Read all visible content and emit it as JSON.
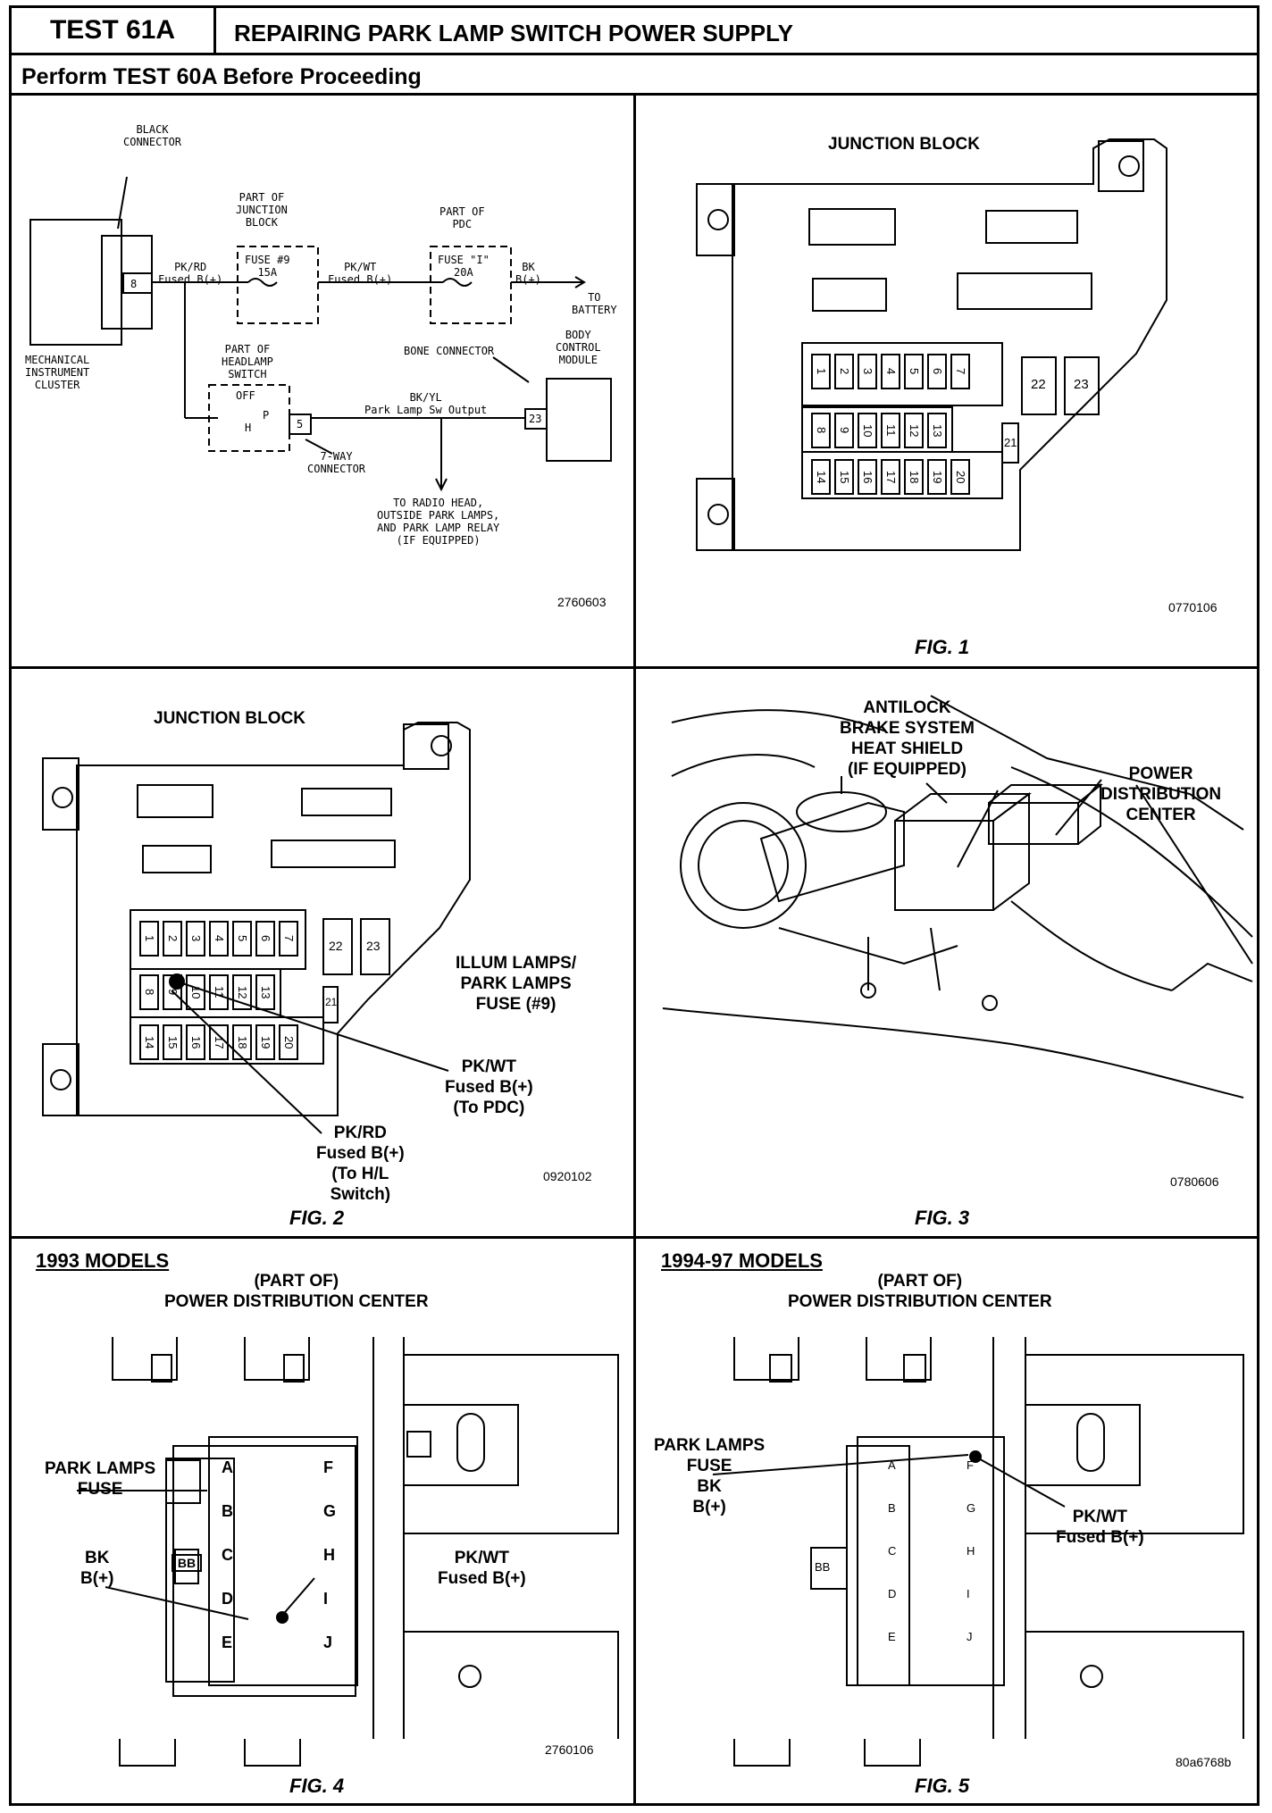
{
  "header": {
    "test_id": "TEST 61A",
    "title": "REPAIRING PARK LAMP SWITCH POWER SUPPLY",
    "subtitle": "Perform TEST 60A Before Proceeding"
  },
  "schematic": {
    "black_connector": "BLACK\nCONNECTOR",
    "part_of_junction_block": "PART OF\nJUNCTION\nBLOCK",
    "part_of_pdc": "PART OF\nPDC",
    "fuse9": "FUSE #9\n15A",
    "fuseI": "FUSE \"I\"\n20A",
    "pkrd": "PK/RD\nFused B(+)",
    "pkwt": "PK/WT\nFused B(+)",
    "bk": "BK\nB(+)",
    "to_battery": "TO\nBATTERY",
    "mic": "MECHANICAL\nINSTRUMENT\nCLUSTER",
    "pin8": "8",
    "headlamp_switch": "PART OF\nHEADLAMP\nSWITCH",
    "off": "OFF",
    "p": "P",
    "h": "H",
    "pin5": "5",
    "seven_way": "7-WAY\nCONNECTOR",
    "bone_connector": "BONE CONNECTOR",
    "bcm": "BODY\nCONTROL\nMODULE",
    "bkyl": "BK/YL\nPark Lamp Sw Output",
    "pin23": "23",
    "to_radio": "TO RADIO HEAD,\nOUTSIDE PARK LAMPS,\nAND PARK LAMP RELAY\n(IF EQUIPPED)",
    "code": "2760603"
  },
  "fig1": {
    "title": "JUNCTION BLOCK",
    "label": "FIG. 1",
    "code": "0770106",
    "fuses_row1": [
      "1",
      "2",
      "3",
      "4",
      "5",
      "6",
      "7"
    ],
    "fuses_row2": [
      "8",
      "9",
      "10",
      "11",
      "12",
      "13"
    ],
    "fuses_row3": [
      "14",
      "15",
      "16",
      "17",
      "18",
      "19",
      "20"
    ],
    "big_fuses": [
      "22",
      "23",
      "21"
    ]
  },
  "fig2": {
    "title": "JUNCTION BLOCK",
    "label": "FIG. 2",
    "code": "0920102",
    "illum": "ILLUM LAMPS/\nPARK LAMPS\nFUSE (#9)",
    "pkwt": "PK/WT\nFused B(+)\n(To PDC)",
    "pkrd": "PK/RD\nFused B(+)\n(To H/L\nSwitch)",
    "fuses_row1": [
      "1",
      "2",
      "3",
      "4",
      "5",
      "6",
      "7"
    ],
    "fuses_row2": [
      "8",
      "9",
      "10",
      "11",
      "12",
      "13"
    ],
    "fuses_row3": [
      "14",
      "15",
      "16",
      "17",
      "18",
      "19",
      "20"
    ],
    "big_fuses": [
      "22",
      "23",
      "21"
    ]
  },
  "fig3": {
    "abs": "ANTILOCK\nBRAKE SYSTEM\nHEAT SHIELD\n(IF EQUIPPED)",
    "pdc": "POWER\nDISTRIBUTION\nCENTER",
    "label": "FIG. 3",
    "code": "0780606"
  },
  "fig4": {
    "models": "1993 MODELS",
    "part_of": "(PART OF)\nPOWER DISTRIBUTION CENTER",
    "park_fuse": "PARK LAMPS\nFUSE",
    "bk": "BK\nB(+)",
    "pkwt": "PK/WT\nFused B(+)",
    "left_fuses": [
      "A",
      "B",
      "C",
      "D",
      "E"
    ],
    "right_fuses": [
      "F",
      "G",
      "H",
      "I",
      "J"
    ],
    "bb": "BB",
    "label": "FIG. 4",
    "code": "2760106"
  },
  "fig5": {
    "models": "1994-97 MODELS",
    "part_of": "(PART OF)\nPOWER DISTRIBUTION CENTER",
    "park_fuse": "PARK LAMPS\nFUSE\nBK\nB(+)",
    "pkwt": "PK/WT\nFused B(+)",
    "left_fuses": [
      "A",
      "B",
      "C",
      "D",
      "E"
    ],
    "right_fuses": [
      "F",
      "G",
      "H",
      "I",
      "J"
    ],
    "bb": "BB",
    "label": "FIG. 5",
    "code": "80a6768b"
  }
}
